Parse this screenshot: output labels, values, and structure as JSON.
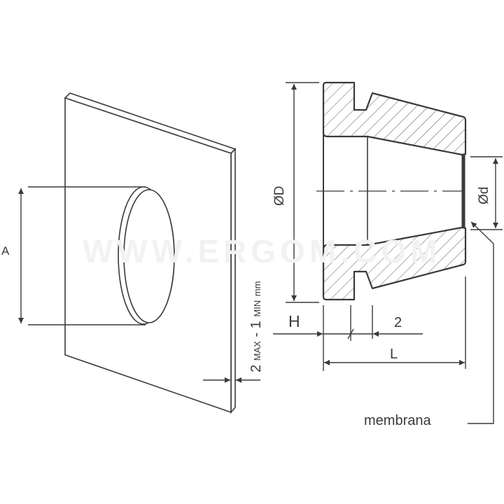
{
  "watermark": "WWW.ERGOM.COM",
  "left_view": {
    "dimension_A": "A",
    "thickness_value_max": "2",
    "thickness_max_label": "MAX",
    "thickness_separator": "-",
    "thickness_value_min": "1",
    "thickness_min_label": "MIN",
    "thickness_unit": "mm"
  },
  "section_view": {
    "dimension_D": "ØD",
    "dimension_d": "Ød",
    "dimension_H": "H",
    "dimension_slot": "2",
    "dimension_L": "L",
    "membrane_label": "membrana"
  },
  "colors": {
    "line": "#3a3a3a",
    "hatch": "#555555"
  }
}
